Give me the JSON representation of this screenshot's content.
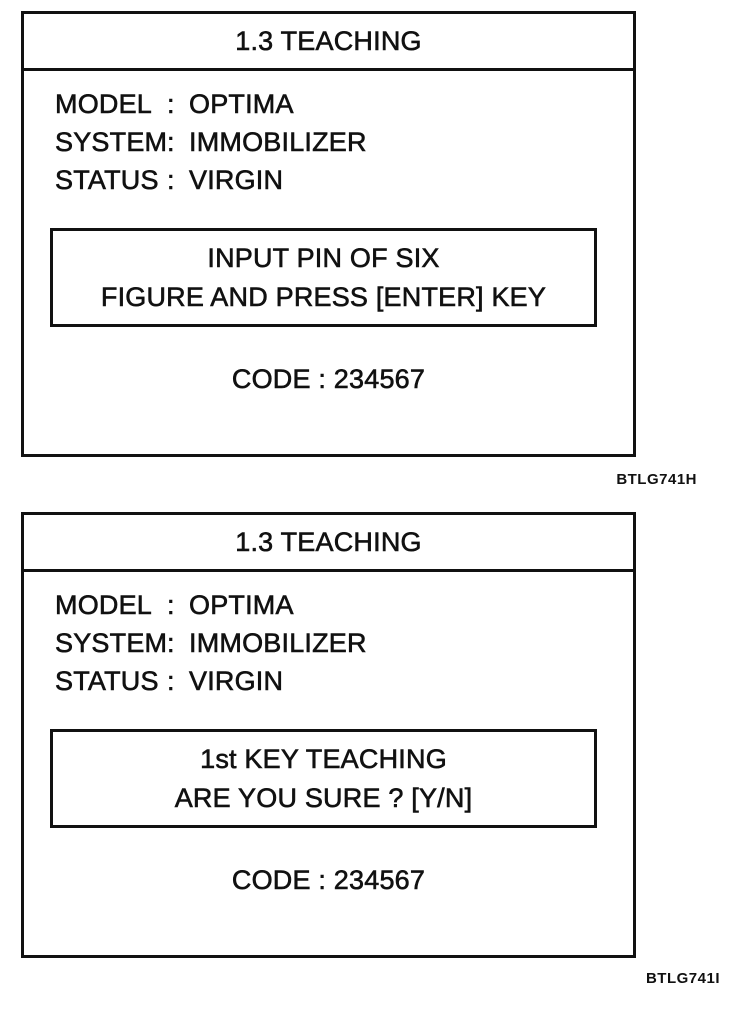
{
  "page": {
    "background_color": "#ffffff",
    "ink_color": "#111111"
  },
  "panels": [
    {
      "title": "1.3 TEACHING",
      "fields": [
        {
          "label": "MODEL",
          "sep": ":",
          "value": "OPTIMA"
        },
        {
          "label": "SYSTEM",
          "sep": ":",
          "value": "IMMOBILIZER"
        },
        {
          "label": "STATUS",
          "sep": ":",
          "value": "VIRGIN"
        }
      ],
      "message_lines": [
        "INPUT PIN OF SIX",
        "FIGURE AND PRESS [ENTER] KEY"
      ],
      "code_line": "CODE : 234567",
      "figure_ref": "BTLG741H"
    },
    {
      "title": "1.3 TEACHING",
      "fields": [
        {
          "label": "MODEL",
          "sep": ":",
          "value": "OPTIMA"
        },
        {
          "label": "SYSTEM",
          "sep": ":",
          "value": "IMMOBILIZER"
        },
        {
          "label": "STATUS",
          "sep": ":",
          "value": "VIRGIN"
        }
      ],
      "message_lines": [
        "1st KEY TEACHING",
        "ARE YOU SURE ? [Y/N]"
      ],
      "code_line": "CODE : 234567",
      "figure_ref": "BTLG741I"
    }
  ]
}
